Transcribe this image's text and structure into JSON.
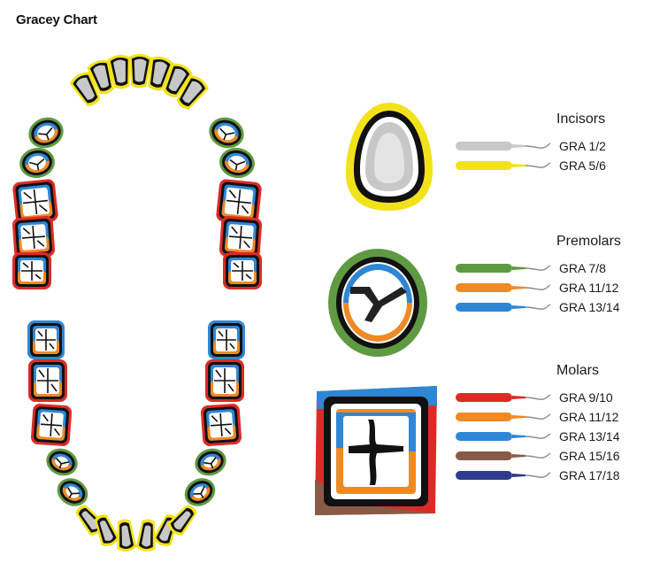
{
  "title": "Gracey Chart",
  "colors": {
    "gray": "#c8c8c8",
    "yellow": "#f2e21a",
    "green": "#5f9a43",
    "orange": "#ef8a24",
    "blue": "#2f86d4",
    "red": "#dc2b26",
    "brown": "#8a5a48",
    "navy": "#2d3c8f"
  },
  "groups": [
    {
      "name": "Incisors",
      "instruments": [
        {
          "label": "GRA 1/2",
          "color": "gray"
        },
        {
          "label": "GRA 5/6",
          "color": "yellow"
        }
      ]
    },
    {
      "name": "Premolars",
      "instruments": [
        {
          "label": "GRA 7/8",
          "color": "green"
        },
        {
          "label": "GRA 11/12",
          "color": "orange"
        },
        {
          "label": "GRA 13/14",
          "color": "blue"
        }
      ]
    },
    {
      "name": "Molars",
      "instruments": [
        {
          "label": "GRA 9/10",
          "color": "red"
        },
        {
          "label": "GRA 11/12",
          "color": "orange"
        },
        {
          "label": "GRA 13/14",
          "color": "blue"
        },
        {
          "label": "GRA 15/16",
          "color": "brown"
        },
        {
          "label": "GRA 17/18",
          "color": "navy"
        }
      ]
    }
  ]
}
